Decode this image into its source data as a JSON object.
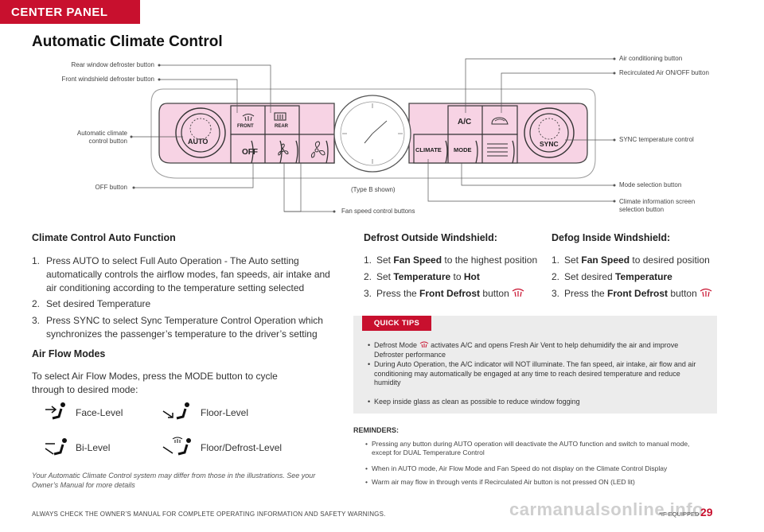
{
  "header": {
    "tab": "CENTER PANEL",
    "title": "Automatic Climate Control"
  },
  "colors": {
    "accent": "#c8102e",
    "panel_pink": "#f7d3e4",
    "tips_bg": "#ececec"
  },
  "diagram": {
    "callouts": {
      "rear_defrost": "Rear window defroster button",
      "front_defrost": "Front windshield defroster button",
      "auto_button": "Automatic climate control button",
      "off_button": "OFF button",
      "fan_speed": "Fan speed control buttons",
      "type_note": "(Type B shown)",
      "ac_button": "Air conditioning button",
      "recirc": "Recirculated Air ON/OFF button",
      "sync_temp": "SYNC temperature control",
      "mode_sel": "Mode selection button",
      "climate_info": "Climate information screen selection button"
    },
    "buttons": {
      "auto": "AUTO",
      "front": "FRONT",
      "rear": "REAR",
      "off": "OFF",
      "ac": "A/C",
      "climate": "CLIMATE",
      "mode": "MODE",
      "sync": "SYNC"
    }
  },
  "auto_function": {
    "heading": "Climate Control Auto Function",
    "steps": [
      "Press AUTO to select Full Auto Operation - The Auto setting automatically controls the airflow modes, fan speeds, air intake and air conditioning according to the temperature setting selected",
      "Set desired Temperature",
      "Press SYNC to select Sync Temperature Control Operation which synchronizes the passenger’s temperature to the driver’s setting"
    ]
  },
  "air_flow": {
    "heading": "Air Flow Modes",
    "intro": "To select Air Flow Modes, press the MODE button to cycle through to desired mode:",
    "modes": [
      "Face-Level",
      "Floor-Level",
      "Bi-Level",
      "Floor/Defrost-Level"
    ]
  },
  "note": "Your Automatic Climate Control system may differ from those in the illustrations. See your Owner’s Manual for more details",
  "defrost_outside": {
    "heading": "Defrost Outside Windshield:",
    "s1_pre": "Set",
    "s1_bold": "Fan Speed",
    "s1_post": "to the highest position",
    "s2_pre": "Set",
    "s2_bold1": "Temperature",
    "s2_mid": "to",
    "s2_bold2": "Hot",
    "s3_pre": "Press the",
    "s3_bold": "Front Defrost",
    "s3_post": "button"
  },
  "defog_inside": {
    "heading": "Defog Inside Windshield:",
    "s1_pre": "Set",
    "s1_bold": "Fan Speed",
    "s1_post": "to desired position",
    "s2_pre": "Set desired",
    "s2_bold": "Temperature",
    "s3_pre": "Press the",
    "s3_bold": "Front Defrost",
    "s3_post": "button"
  },
  "quick_tips": {
    "label": "QUICK TIPS",
    "t1_pre": "Defrost Mode",
    "t1_post": "activates A/C and opens Fresh Air Vent to help dehumidify the air and improve Defroster performance",
    "t2": "During Auto Operation, the A/C indicator will NOT illuminate. The fan speed, air intake, air flow and air conditioning may automatically be engaged at any time to reach desired temperature and reduce humidity",
    "t3": "Keep inside glass as clean as possible to reduce window fogging"
  },
  "reminders": {
    "heading": "REMINDERS:",
    "items": [
      "Pressing any button during AUTO operation will deactivate the AUTO function and switch to manual mode, except for DUAL Temperature Control",
      "When in AUTO mode, Air Flow Mode and Fan Speed do not display on the Climate Control Display",
      "Warm air may flow in through vents if Recirculated Air button is not pressed ON (LED lit)"
    ]
  },
  "footer": {
    "warning": "ALWAYS CHECK THE OWNER’S MANUAL FOR COMPLETE OPERATING INFORMATION AND SAFETY WARNINGS.",
    "if_equipped": "*IF EQUIPPED",
    "page": "29",
    "watermark": "carmanualsonline.info"
  }
}
